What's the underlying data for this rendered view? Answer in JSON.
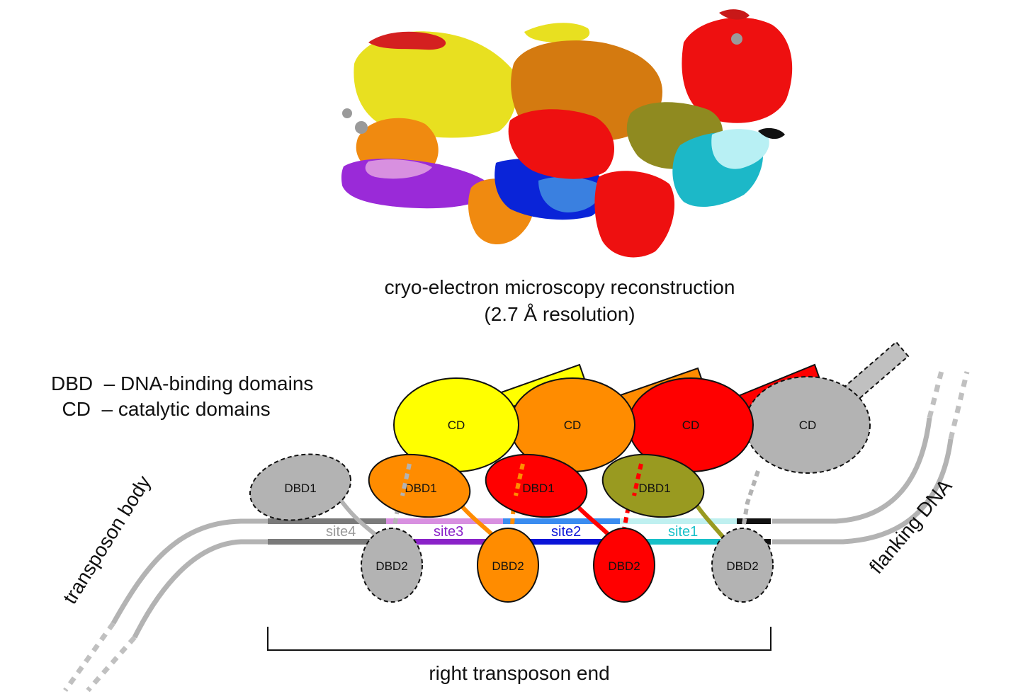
{
  "caption": {
    "line1": "cryo-electron microscopy reconstruction",
    "line2": "(2.7 Å resolution)"
  },
  "legend": {
    "dbd": "DBD  – DNA-binding domains",
    "cd": "  CD  – catalytic domains"
  },
  "labels": {
    "transposon_body": "transposon body",
    "flanking_dna": "flanking DNA",
    "right_end": "right transposon end",
    "cd": "CD",
    "dbd1": "DBD1",
    "dbd2": "DBD2",
    "site1": "site1",
    "site2": "site2",
    "site3": "site3",
    "site4": "site4"
  },
  "colors": {
    "yellow": "#ffff00",
    "orange": "#ff8c00",
    "red": "#ff0000",
    "gray": "#b3b3b3",
    "olive": "#999a20",
    "violet": "#8a22c8",
    "pink": "#d890e0",
    "blue": "#0a14d8",
    "lightblue": "#3a8cf0",
    "cyan": "#18c0c8",
    "palecyan": "#bff0f0"
  }
}
